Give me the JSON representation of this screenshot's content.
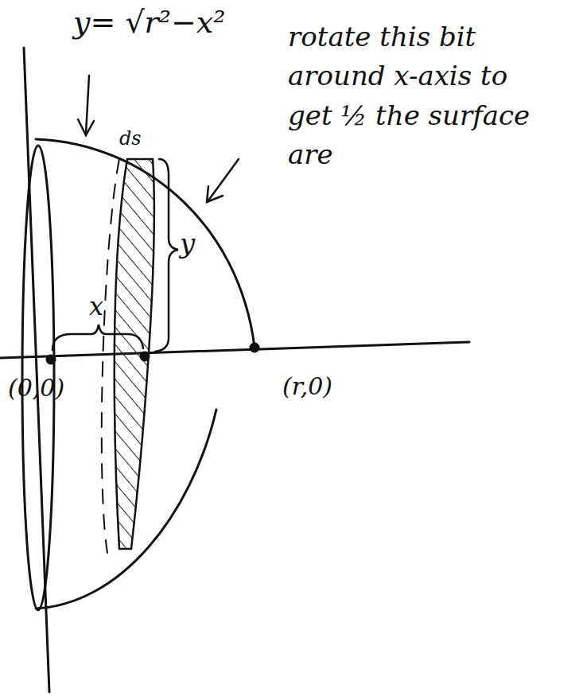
{
  "diagram": {
    "labels": [
      "y= √r²−x²",
      "ds",
      "y",
      "x",
      "(0,0)",
      "(r,0)",
      "rotate this bit around x-axis to get ½ the surface are"
    ]
  }
}
